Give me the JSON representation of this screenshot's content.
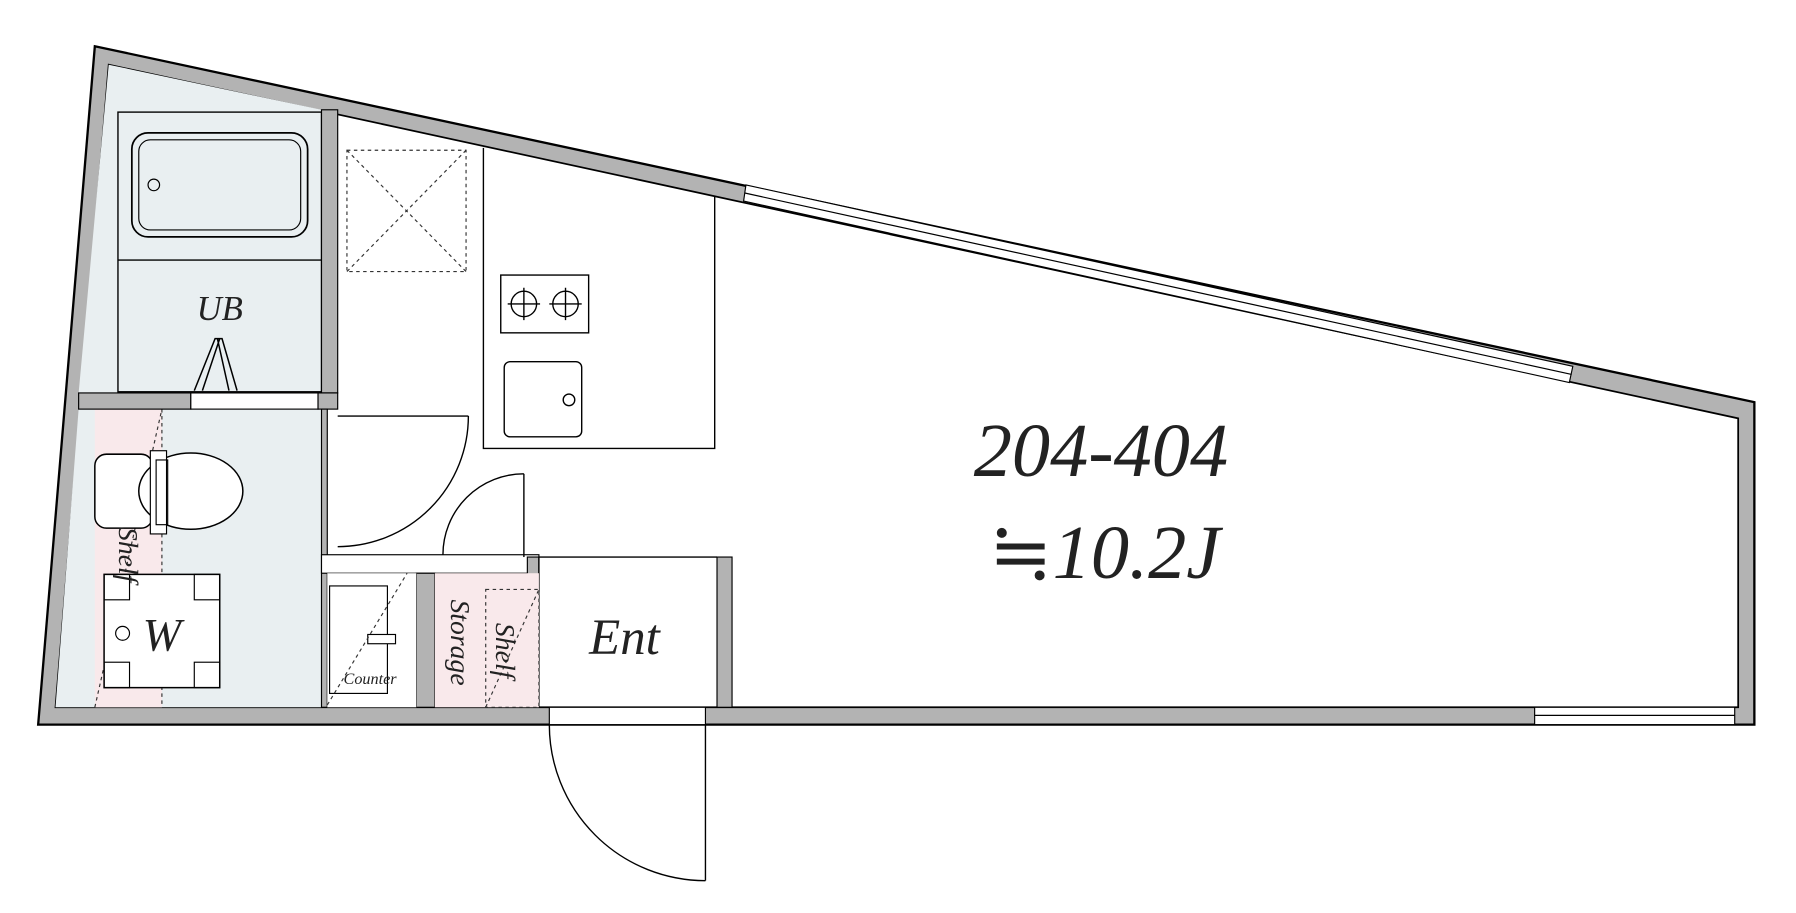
{
  "floorplan": {
    "unit_number": "204-404",
    "area": "≒10.2J",
    "rooms": {
      "bath": "UB",
      "washer": "W",
      "shelf_toilet": "Shelf",
      "counter": "Counter",
      "storage": "Storage",
      "shelf_storage": "Shelf",
      "entrance": "Ent"
    }
  },
  "colors": {
    "wall": "#b3b3b3",
    "wet_area": "#e9eff1",
    "storage": "#f9e9eb"
  }
}
